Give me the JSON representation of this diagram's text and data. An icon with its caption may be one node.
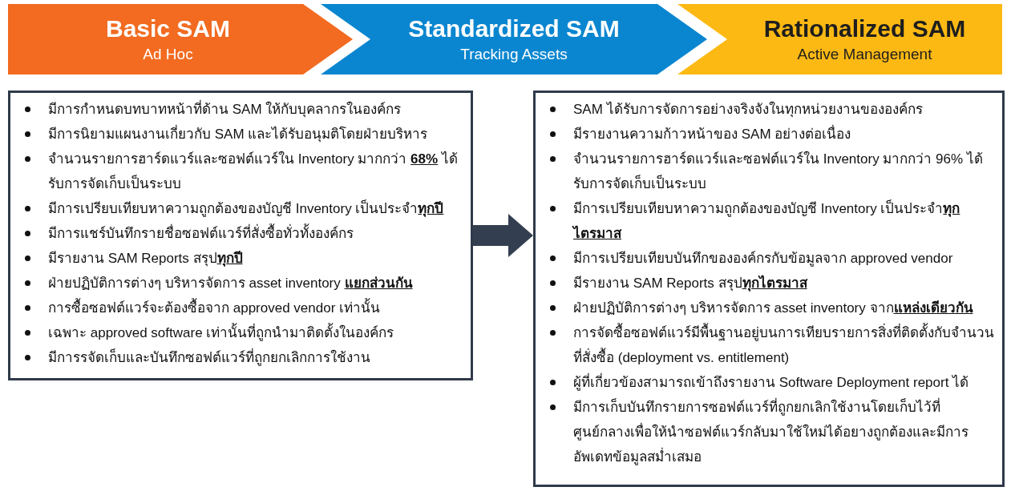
{
  "diagram": {
    "nodes": [
      {
        "text": [
          "Basic SAM",
          "Ad Hoc"
        ]
      },
      {
        "text": [
          "Standardized SAM",
          "Tracking Assets"
        ]
      },
      {
        "text": [
          "Rationalized SAM",
          "Active Management"
        ]
      },
      {
        "text": [
          "มีการกำหนดบทบาทหน้าที่ด้าน SAM ให้กับบุคลากรในองค์กร",
          "มีการนิยามแผนงานเกี่ยวกับ SAM และได้รับอนุมติโดยฝ่ายบริหาร",
          "จำนวนรายการฮาร์ดแวร์และซอฟต์แวร์ใน Inventory มากกว่า **68%** ได้รับการจัดเก็บเป็นระบบ",
          "มีการเปรียบเทียบหาความถูกต้องของบัญชี Inventory เป็นประจำ**ทุกปี**",
          "มีการแชร์บันทึกรายชื่อซอฟต์แวร์ที่สั่งซื้อทั่วทั้งองค์กร",
          "มีรายงาน SAM Reports สรุป**ทุกปี**",
          "ฝ่ายปฏิบัติการต่างๆ บริหารจัดการ asset inventory **แยกส่วนกัน**",
          "การซื้อซอฟต์แวร์จะต้องซื้อจาก approved vendor เท่านั้น",
          "เฉพาะ approved software เท่านั้นที่ถูกนำมาติดตั้งในองค์กร",
          "มีการรจัดเก็บและบันทึกซอฟต์แวร์ที่ถูกยกเลิกการใช้งาน"
        ]
      },
      {
        "text": [
          "SAM ได้รับการจัดการอย่างจริงจังในทุกหน่วยงานขององค์กร",
          "มีรายงานความก้าวหน้าของ SAM อย่างต่อเนื่อง",
          "จำนวนรายการฮาร์ดแวร์และซอฟต์แวร์ใน Inventory มากกว่า 96% ได้รับการจัดเก็บเป็นระบบ",
          "มีการเปรียบเทียบหาความถูกต้องของบัญชี Inventory เป็นประจำ**ทุกไตรมาส**",
          "มีการเปรียบเทียบบันทึกขององค์กรกับข้อมูลจาก approved vendor",
          "มีรายงาน SAM Reports สรุป**ทุกไตรมาส**",
          "ฝ่ายปฏิบัติการต่างๆ บริหารจัดการ asset inventory จาก**แหล่งเดียวกัน**",
          "การจัดซื้อซอฟต์แวร์มีพื้นฐานอยู่บนการเทียบรายการสิ่งที่ติดตั้งกับจำนวนที่สั่งซื้อ (deployment vs. entitlement)",
          "ผู้ที่เกี่ยวข้องสามารถเข้าถึงรายงาน Software Deployment report ได้",
          "มีการเก็บบันทึกรายการซอฟต์แวร์ที่ถูกยกเลิกใช้งานโดยเก็บไว้ที่ศูนย์กลางเพื่อให้นำซอฟต์แวร์กลับมาใช้ใหม่ได้อยางถูกต้องและมีการอัพเดทข้อมูลสม่ำเสมอ"
        ]
      }
    ],
    "edges": [
      {
        "from": 3,
        "to": 4,
        "arrow": "to"
      }
    ]
  }
}
